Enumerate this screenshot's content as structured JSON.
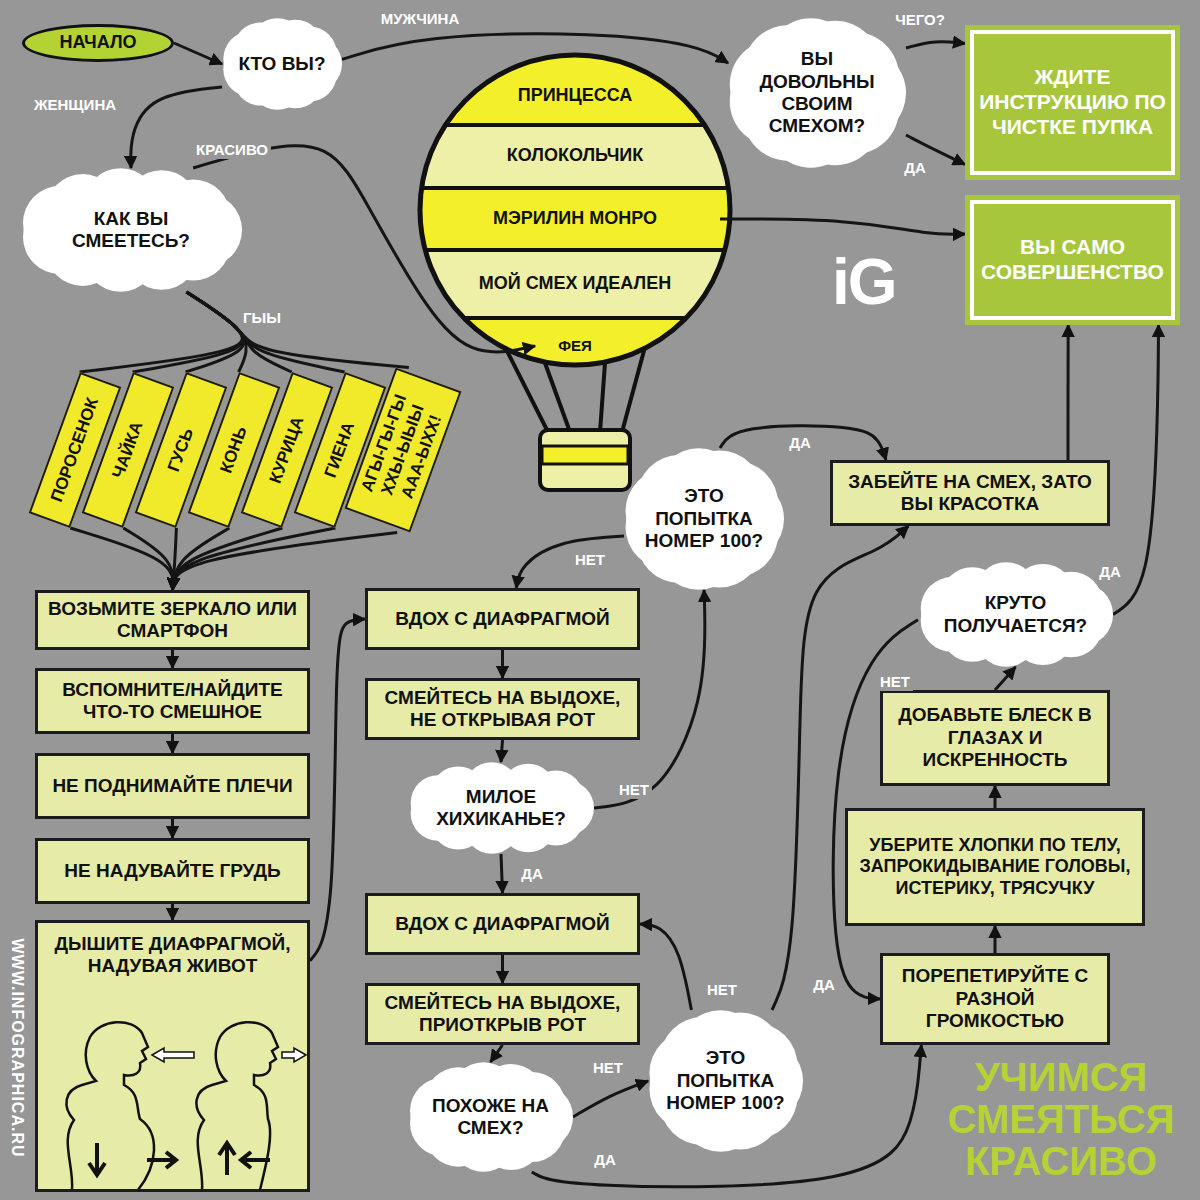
{
  "diagram": {
    "title": "УЧИМСЯ СМЕЯТЬСЯ КРАСИВО",
    "nodes": [
      {
        "text": [
          "НАЧАЛО"
        ]
      },
      {
        "text": [
          "КТО ВЫ?"
        ]
      },
      {
        "text": [
          "ВЫ ДОВОЛЬНЫ СВОИМ СМЕХОМ?"
        ]
      },
      {
        "text": [
          "ЖДИТЕ ИНСТРУКЦИЮ ПО ЧИСТКЕ ПУПКА"
        ]
      },
      {
        "text": [
          "ВЫ САМО СОВЕРШЕНСТВО"
        ]
      },
      {
        "text": [
          "КАК ВЫ СМЕЕТЕСЬ?"
        ]
      },
      {
        "text": [
          "ПРИНЦЕССА"
        ]
      },
      {
        "text": [
          "КОЛОКОЛЬЧИК"
        ]
      },
      {
        "text": [
          "МЭРИЛИН МОНРО"
        ]
      },
      {
        "text": [
          "МОЙ СМЕХ ИДЕАЛЕН"
        ]
      },
      {
        "text": [
          "ФЕЯ"
        ]
      },
      {
        "text": [
          "ПОРОСЕНОК"
        ]
      },
      {
        "text": [
          "ЧАЙКА"
        ]
      },
      {
        "text": [
          "ГУСЬ"
        ]
      },
      {
        "text": [
          "КОНЬ"
        ]
      },
      {
        "text": [
          "КУРИЦА"
        ]
      },
      {
        "text": [
          "ГИЕНА"
        ]
      },
      {
        "text": [
          "АГЫ-ГЫ-ГЫ ХХЫ-ЫЫЫ ААА-ЫХХ!"
        ]
      },
      {
        "text": [
          "ВОЗЬМИТЕ ЗЕРКАЛО ИЛИ СМАРТФОН"
        ]
      },
      {
        "text": [
          "ВСПОМНИТЕ/НАЙДИТЕ ЧТО-ТО СМЕШНОЕ"
        ]
      },
      {
        "text": [
          "НЕ ПОДНИМАЙТЕ ПЛЕЧИ"
        ]
      },
      {
        "text": [
          "НЕ НАДУВАЙТЕ ГРУДЬ"
        ]
      },
      {
        "text": [
          "ДЫШИТЕ ДИАФРАГМОЙ, НАДУВАЯ ЖИВОТ"
        ]
      },
      {
        "text": [
          "ВДОХ С ДИАФРАГМОЙ"
        ]
      },
      {
        "text": [
          "СМЕЙТЕСЬ НА ВЫДОХЕ, НЕ ОТКРЫВАЯ РОТ"
        ]
      },
      {
        "text": [
          "МИЛОЕ ХИХИКАНЬЕ?"
        ]
      },
      {
        "text": [
          "ЭТО ПОПЫТКА НОМЕР 100?"
        ]
      },
      {
        "text": [
          "ЗАБЕЙТЕ НА СМЕХ, ЗАТО ВЫ КРАСОТКА"
        ]
      },
      {
        "text": [
          "ВДОХ С ДИАФРАГМОЙ"
        ]
      },
      {
        "text": [
          "СМЕЙТЕСЬ НА ВЫДОХЕ, ПРИОТКРЫВ РОТ"
        ]
      },
      {
        "text": [
          "ПОХОЖЕ НА СМЕХ?"
        ]
      },
      {
        "text": [
          "ЭТО ПОПЫТКА НОМЕР 100?"
        ]
      },
      {
        "text": [
          "КРУТО ПОЛУЧАЕТСЯ?"
        ]
      },
      {
        "text": [
          "ДОБАВЬТЕ БЛЕСК В ГЛАЗАХ И ИСКРЕННОСТЬ"
        ]
      },
      {
        "text": [
          "УБЕРИТЕ ХЛОПКИ ПО ТЕЛУ, ЗАПРОКИДЫВАНИЕ ГОЛОВЫ, ИСТЕРИКУ, ТРЯСУЧКУ"
        ]
      },
      {
        "text": [
          "ПОРЕПЕТИРУЙТЕ С РАЗНОЙ ГРОМКОСТЬЮ"
        ]
      }
    ],
    "edges": [
      {
        "from": 0,
        "to": 1,
        "arrow": "to"
      },
      {
        "from": 1,
        "to": 2,
        "label": "МУЖЧИНА",
        "arrow": "to"
      },
      {
        "from": 1,
        "to": 5,
        "label": "ЖЕНЩИНА",
        "arrow": "to"
      },
      {
        "from": 2,
        "to": 3,
        "label": "ЧЕГО?",
        "arrow": "to"
      },
      {
        "from": 2,
        "to": 3,
        "label": "ДА",
        "arrow": "to"
      },
      {
        "from": 5,
        "to": 10,
        "label": "КРАСИВО",
        "arrow": "to"
      },
      {
        "from": 5,
        "to": 11,
        "label": "ГЫЫ",
        "arrow": "none"
      },
      {
        "from": 5,
        "to": 12,
        "arrow": "none"
      },
      {
        "from": 5,
        "to": 13,
        "arrow": "none"
      },
      {
        "from": 5,
        "to": 14,
        "arrow": "none"
      },
      {
        "from": 5,
        "to": 15,
        "arrow": "none"
      },
      {
        "from": 5,
        "to": 16,
        "arrow": "none"
      },
      {
        "from": 5,
        "to": 17,
        "arrow": "none"
      },
      {
        "from": 11,
        "to": 18,
        "arrow": "to"
      },
      {
        "from": 12,
        "to": 18,
        "arrow": "to"
      },
      {
        "from": 13,
        "to": 18,
        "arrow": "to"
      },
      {
        "from": 14,
        "to": 18,
        "arrow": "to"
      },
      {
        "from": 15,
        "to": 18,
        "arrow": "to"
      },
      {
        "from": 16,
        "to": 18,
        "arrow": "to"
      },
      {
        "from": 17,
        "to": 18,
        "arrow": "to"
      },
      {
        "from": 8,
        "to": 4,
        "arrow": "to"
      },
      {
        "from": 18,
        "to": 19,
        "arrow": "to"
      },
      {
        "from": 19,
        "to": 20,
        "arrow": "to"
      },
      {
        "from": 20,
        "to": 21,
        "arrow": "to"
      },
      {
        "from": 21,
        "to": 22,
        "arrow": "to"
      },
      {
        "from": 22,
        "to": 23,
        "arrow": "to"
      },
      {
        "from": 23,
        "to": 24,
        "arrow": "to"
      },
      {
        "from": 24,
        "to": 25,
        "arrow": "to"
      },
      {
        "from": 25,
        "to": 26,
        "label": "НЕТ",
        "arrow": "to"
      },
      {
        "from": 25,
        "to": 28,
        "label": "ДА",
        "arrow": "to"
      },
      {
        "from": 26,
        "to": 23,
        "label": "НЕТ",
        "arrow": "to"
      },
      {
        "from": 26,
        "to": 27,
        "label": "ДА",
        "arrow": "to"
      },
      {
        "from": 27,
        "to": 4,
        "arrow": "to"
      },
      {
        "from": 28,
        "to": 29,
        "arrow": "to"
      },
      {
        "from": 29,
        "to": 30,
        "arrow": "to"
      },
      {
        "from": 30,
        "to": 31,
        "label": "НЕТ",
        "arrow": "to"
      },
      {
        "from": 30,
        "to": 35,
        "label": "ДА",
        "arrow": "to"
      },
      {
        "from": 31,
        "to": 28,
        "label": "НЕТ",
        "arrow": "to"
      },
      {
        "from": 31,
        "to": 27,
        "label": "ДА",
        "arrow": "to"
      },
      {
        "from": 35,
        "to": 34,
        "arrow": "to"
      },
      {
        "from": 34,
        "to": 33,
        "arrow": "to"
      },
      {
        "from": 33,
        "to": 32,
        "arrow": "to"
      },
      {
        "from": 32,
        "to": 4,
        "label": "ДА",
        "arrow": "to"
      },
      {
        "from": 32,
        "to": 35,
        "label": "НЕТ",
        "arrow": "to"
      }
    ],
    "labels": [
      "iG",
      "WWW.INFOGRAPHICA.RU"
    ]
  }
}
